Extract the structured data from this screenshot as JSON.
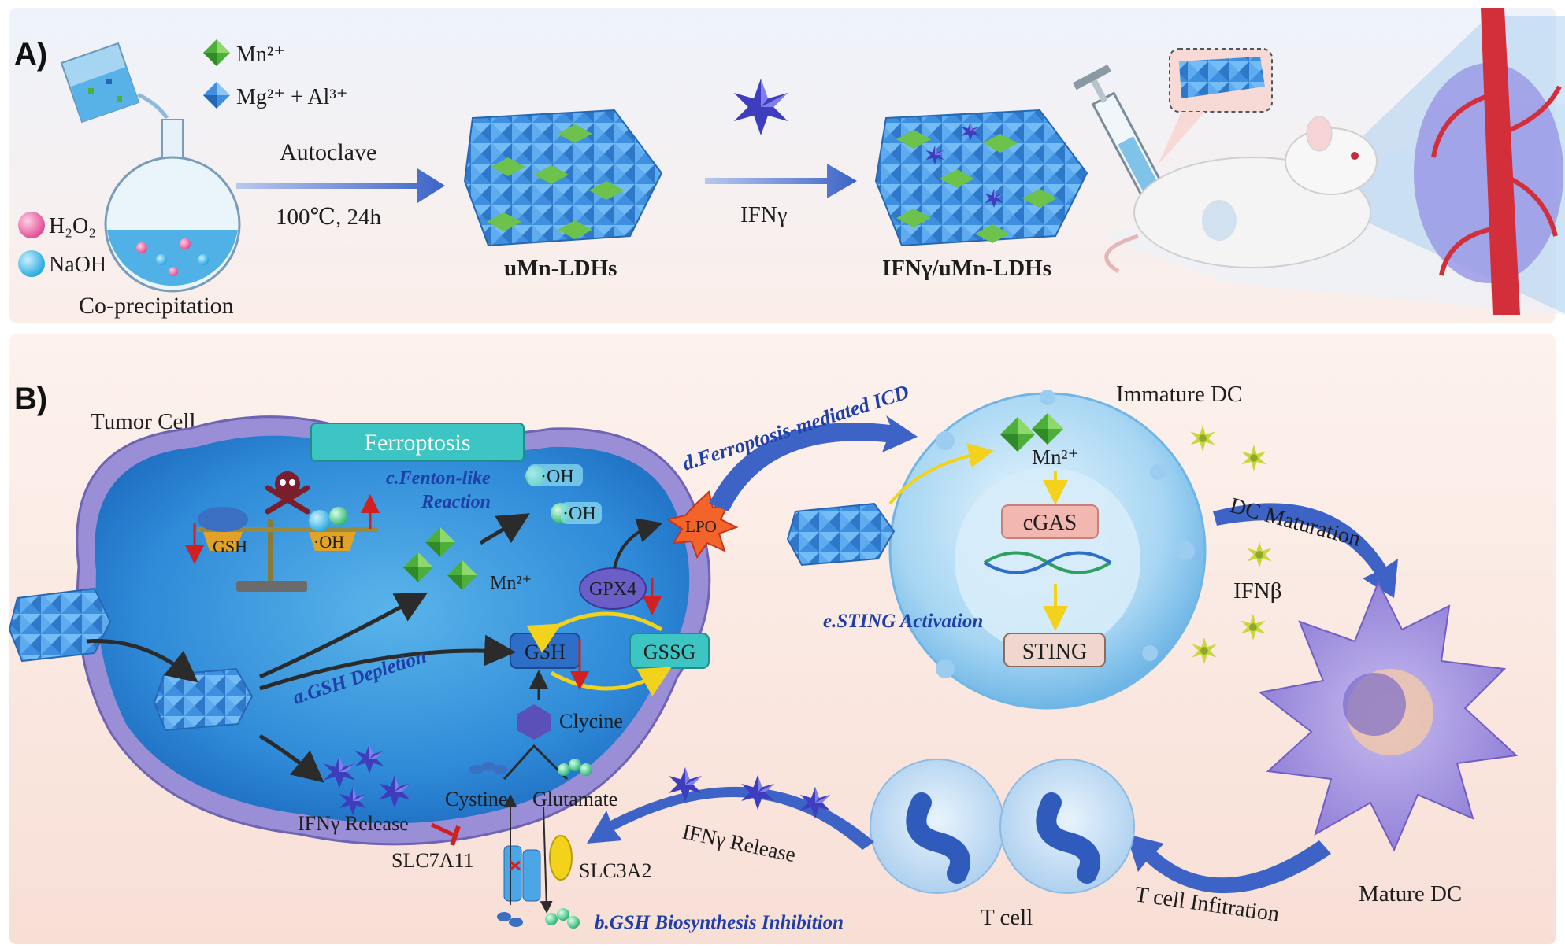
{
  "panelA": {
    "label": "A)",
    "legend": {
      "mn": "Mn²⁺",
      "mgal": "Mg²⁺ + Al³⁺",
      "h2o2": "H₂O₂",
      "naoh": "NaOH"
    },
    "coprecipitation": "Co-precipitation",
    "autoclave": "Autoclave",
    "condition": "100℃, 24h",
    "product1": "uMn-LDHs",
    "ifng": "IFNγ",
    "product2": "IFNγ/uMn-LDHs"
  },
  "panelB": {
    "label": "B)",
    "tumor_cell": "Tumor Cell",
    "ferroptosis": "Ferroptosis",
    "fenton": [
      "c.Fenton-like",
      "Reaction"
    ],
    "oh": "·OH",
    "gsh": "GSH",
    "gssg": "GSSG",
    "gpx4": "GPX4",
    "mn": "Mn²⁺",
    "lpo": "LPO",
    "gsh_depletion": "a.GSH Depletion",
    "clycine": "Clycine",
    "cystine": "Cystine",
    "glutamate": "Glutamate",
    "ifng_release": "IFNγ Release",
    "slc7a11": "SLC7A11",
    "slc3a2": "SLC3A2",
    "gsh_inhibition": "b.GSH Biosynthesis Inhibition",
    "ferroptosis_icd": "d.Ferroptosis-mediated ICD",
    "immature_dc": "Immature DC",
    "cgas": "cGAS",
    "sting": "STING",
    "sting_activation": "e.STING Activation",
    "dc_maturation": "DC Maturation",
    "ifnb": "IFNβ",
    "mature_dc": "Mature DC",
    "t_cell": "T cell",
    "t_infiltration": "T cell Infitration",
    "ifng_release2": "IFNγ Release"
  },
  "colors": {
    "arrow_blue": "#3d63c6",
    "mn_green": "#6cc24a",
    "ldh_blue": "#3f8fe0",
    "dark_blue_text": "#1e3fa8"
  }
}
